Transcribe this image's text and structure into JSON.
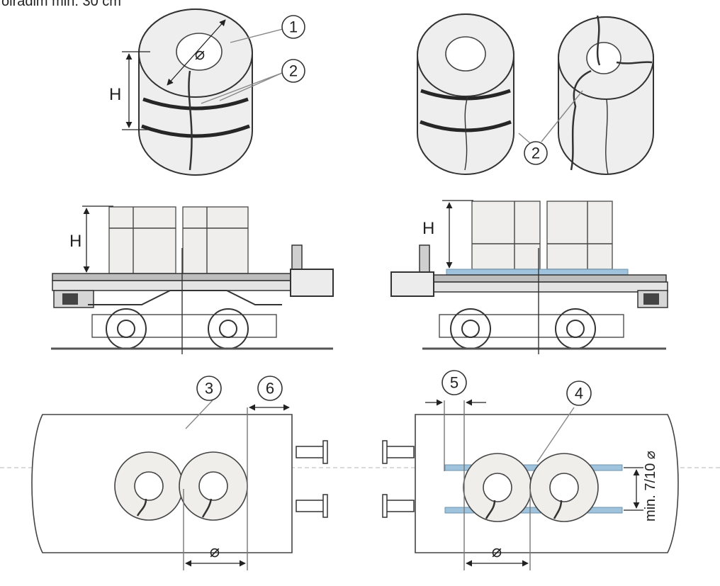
{
  "header_text": "olradim min. 30 cm",
  "symbols": {
    "height": "H",
    "diameter": "⌀",
    "min_spacing": "min. 7/10 ⌀"
  },
  "callouts": [
    "1",
    "2",
    "2",
    "3",
    "6",
    "5",
    "4"
  ]
}
